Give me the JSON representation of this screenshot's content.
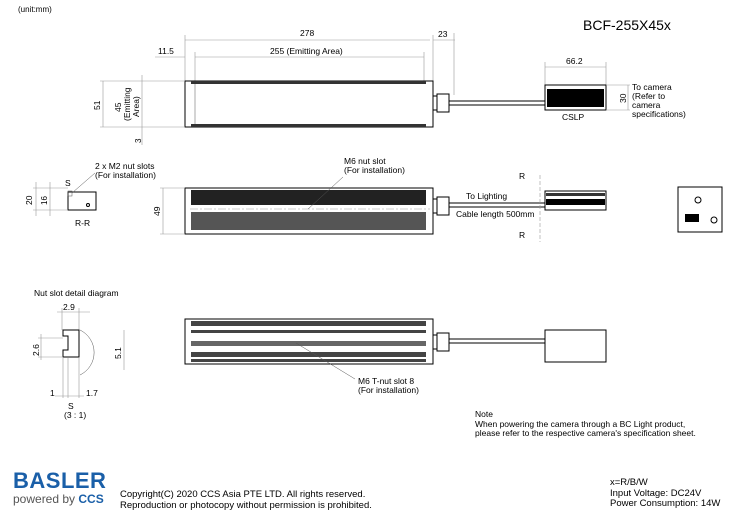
{
  "unit_label": "(unit:mm)",
  "model_title": "BCF-255X45x",
  "top_view": {
    "dim_total_length": "278",
    "dim_connector": "23",
    "dim_offset": "11.5",
    "dim_emitting_length": "255 (Emitting Area)",
    "dim_height": "51",
    "dim_emitting_height_1": "45",
    "dim_emitting_height_2": "(Emitting",
    "dim_emitting_height_3": "Area)",
    "dim_margin": "3",
    "cslp_width": "66.2",
    "cslp_height": "30",
    "cslp_label": "CSLP",
    "camera_note": [
      "To camera",
      "(Refer to",
      "camera",
      "specifications)"
    ]
  },
  "side_view": {
    "section_label": "R-R",
    "section_s": "S",
    "dim_20": "20",
    "dim_16": "16",
    "m2_note": [
      "2 x M2 nut slots",
      "(For installation)"
    ],
    "m6_note": [
      "M6 nut slot",
      "(For installation)"
    ],
    "dim_49": "49",
    "to_lighting": "To Lighting",
    "cable_length": "Cable length 500mm",
    "r_mark": "R"
  },
  "nut_detail": {
    "title": "Nut slot detail diagram",
    "dim_29": "2.9",
    "dim_26": "2.6",
    "dim_51": "5.1",
    "dim_1": "1",
    "dim_17": "1.7",
    "s_label": "S",
    "scale": "(3 : 1)"
  },
  "bottom_view": {
    "tnut_note": [
      "M6 T-nut slot 8",
      "(For installation)"
    ]
  },
  "note": {
    "title": "Note",
    "lines": [
      "When powering the camera through a BC Light product,",
      "please refer to the respective camera's specification sheet."
    ]
  },
  "footer": {
    "brand": "BASLER",
    "powered_by": "powered by",
    "ccs": "CCS",
    "copyright": "Copyright(C) 2020 CCS Asia PTE LTD. All rights reserved.",
    "reproduction": "Reproduction or photocopy without permission is prohibited.",
    "spec_variant": "x=R/B/W",
    "spec_voltage": "Input Voltage: DC24V",
    "spec_power": "Power Consumption: 14W"
  }
}
